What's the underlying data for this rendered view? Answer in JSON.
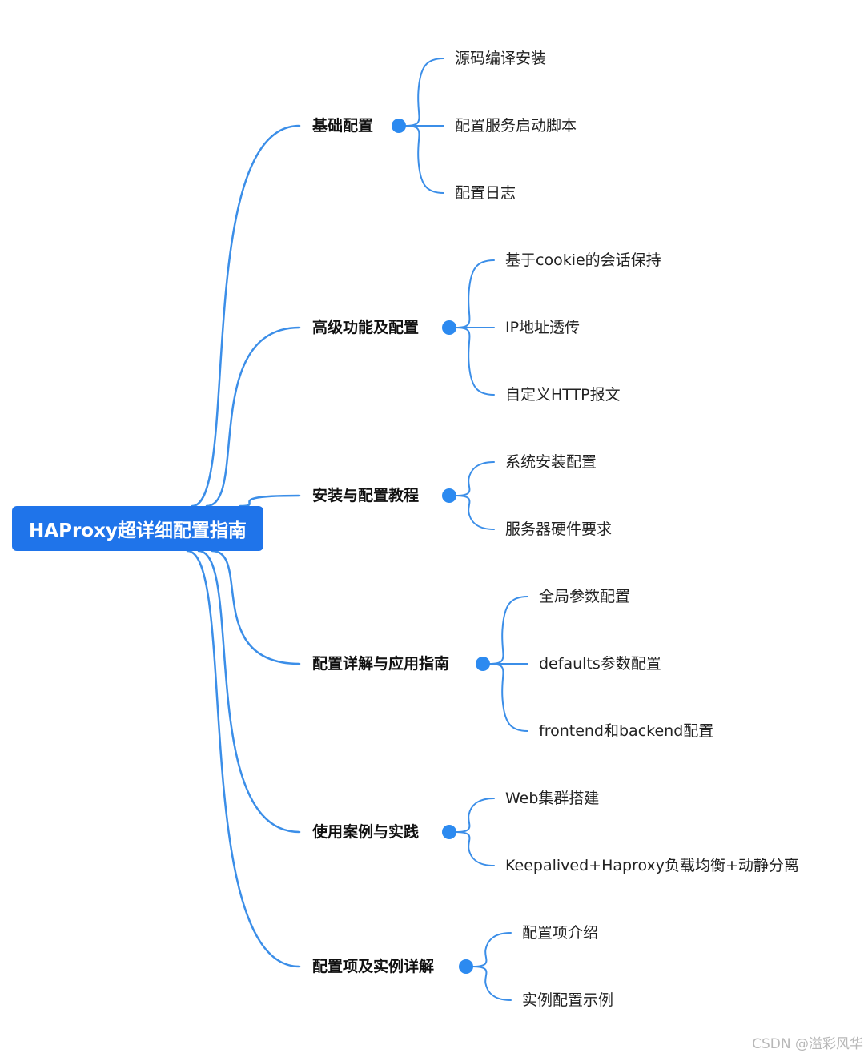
{
  "root": {
    "label": "HAProxy超详细配置指南"
  },
  "colors": {
    "line": "#3b8ee8",
    "root_fill": "#1f74ea",
    "node_dot": "#2c8af0"
  },
  "branches": [
    {
      "label": "基础配置",
      "children": [
        "源码编译安装",
        "配置服务启动脚本",
        "配置日志"
      ]
    },
    {
      "label": "高级功能及配置",
      "children": [
        "基于cookie的会话保持",
        "IP地址透传",
        "自定义HTTP报文"
      ]
    },
    {
      "label": "安装与配置教程",
      "children": [
        "系统安装配置",
        "服务器硬件要求"
      ]
    },
    {
      "label": "配置详解与应用指南",
      "children": [
        "全局参数配置",
        "defaults参数配置",
        "frontend和backend配置"
      ]
    },
    {
      "label": "使用案例与实践",
      "children": [
        "Web集群搭建",
        "Keepalived+Haproxy负载均衡+动静分离"
      ]
    },
    {
      "label": "配置项及实例详解",
      "children": [
        "配置项介绍",
        "实例配置示例"
      ]
    }
  ],
  "watermark": "CSDN @溢彩风华"
}
